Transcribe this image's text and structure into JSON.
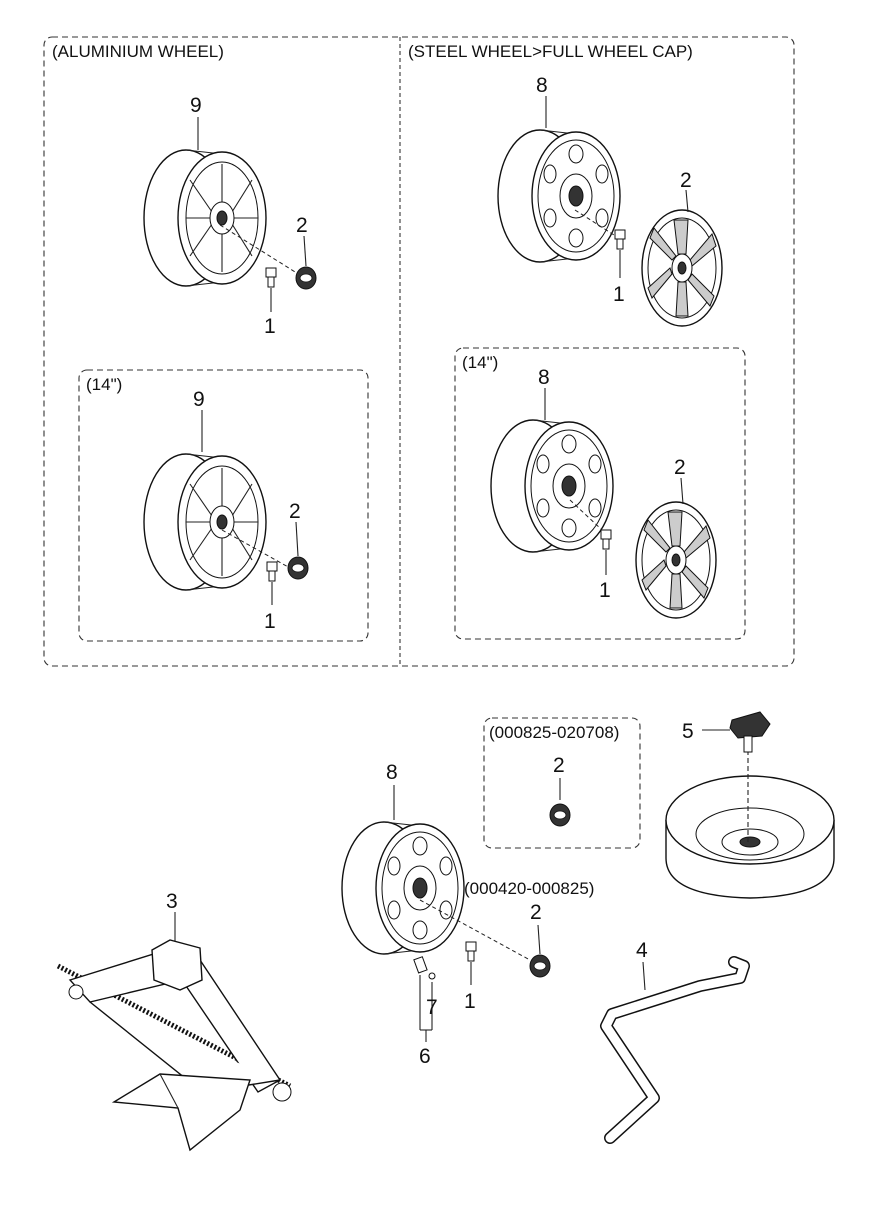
{
  "groups": {
    "aluminium": "(ALUMINIUM WHEEL)",
    "steel": "(STEEL WHEEL>FULL WHEEL CAP)",
    "alu14": "(14\")",
    "steel14": "(14\")",
    "range_a": "(000825-020708)",
    "range_b": "(000420-000825)"
  },
  "callouts": {
    "c9a": "9",
    "c2a": "2",
    "c1a": "1",
    "c9b": "9",
    "c2b": "2",
    "c1b": "1",
    "c8a": "8",
    "c2c": "2",
    "c1c": "1",
    "c8b": "8",
    "c2d": "2",
    "c1d": "1",
    "c8c": "8",
    "c2e": "2",
    "c2f": "2",
    "c1e": "1",
    "c7": "7",
    "c6": "6",
    "c5": "5",
    "c3": "3",
    "c4": "4"
  }
}
